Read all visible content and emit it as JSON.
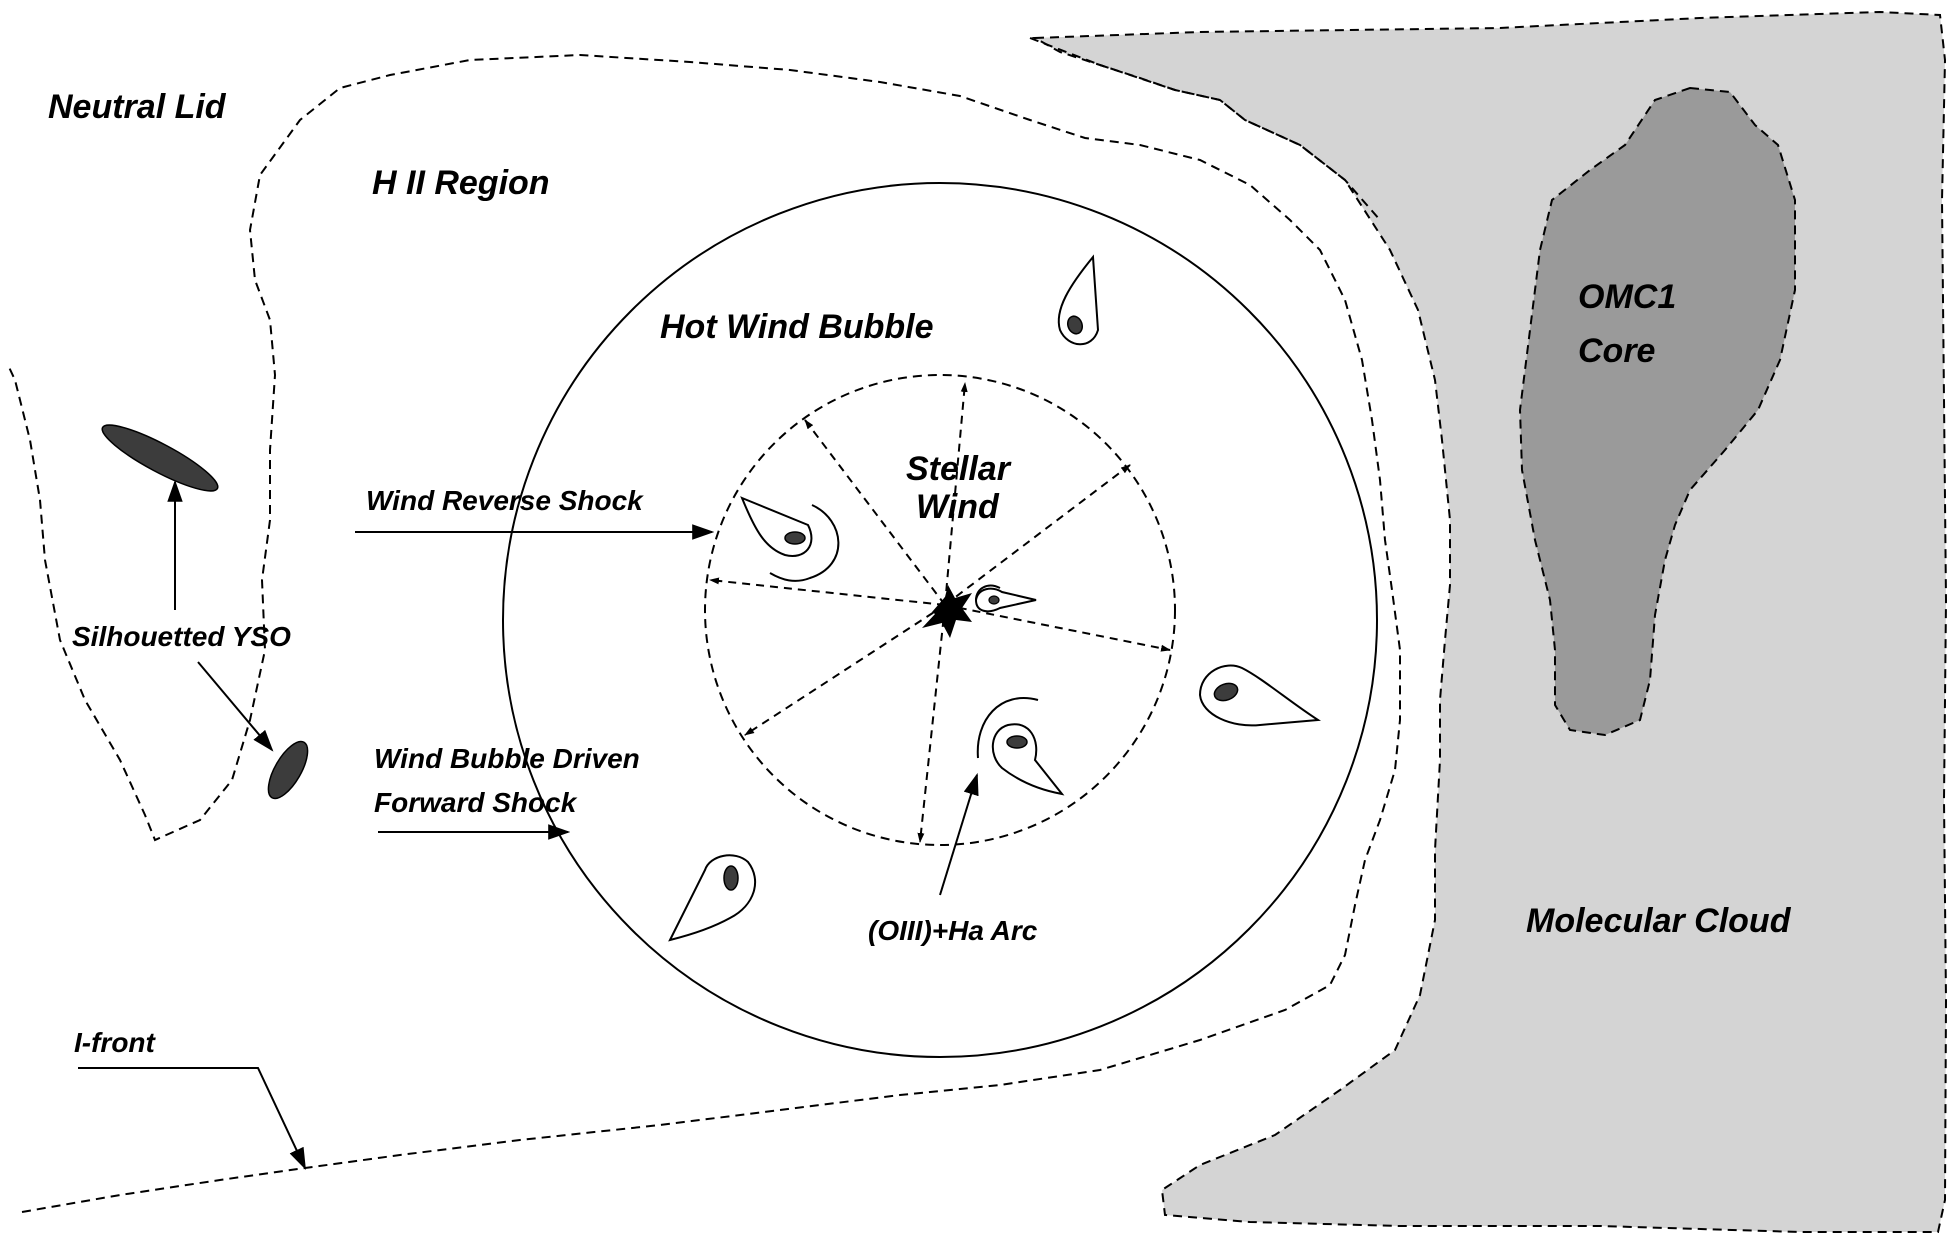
{
  "labels": {
    "neutral_lid": "Neutral Lid",
    "h2_region": "H II Region",
    "hot_wind_bubble": "Hot  Wind Bubble",
    "stellar_wind_1": "Stellar",
    "stellar_wind_2": "Wind",
    "wind_reverse_shock": "Wind Reverse Shock",
    "silhouetted_yso": "Silhouetted  YSO",
    "forward_shock_1": "Wind Bubble Driven",
    "forward_shock_2": "Forward Shock",
    "oiii_arc": "(OIII)+Ha  Arc",
    "i_front": "I-front",
    "omc1_1": "OMC1",
    "omc1_2": "Core",
    "molecular_cloud": "Molecular Cloud"
  },
  "colors": {
    "cloud_fill": "#d4d4d4",
    "core_fill": "#9a9a9a",
    "yso_fill": "#3c3c3c",
    "ink": "#000000"
  }
}
